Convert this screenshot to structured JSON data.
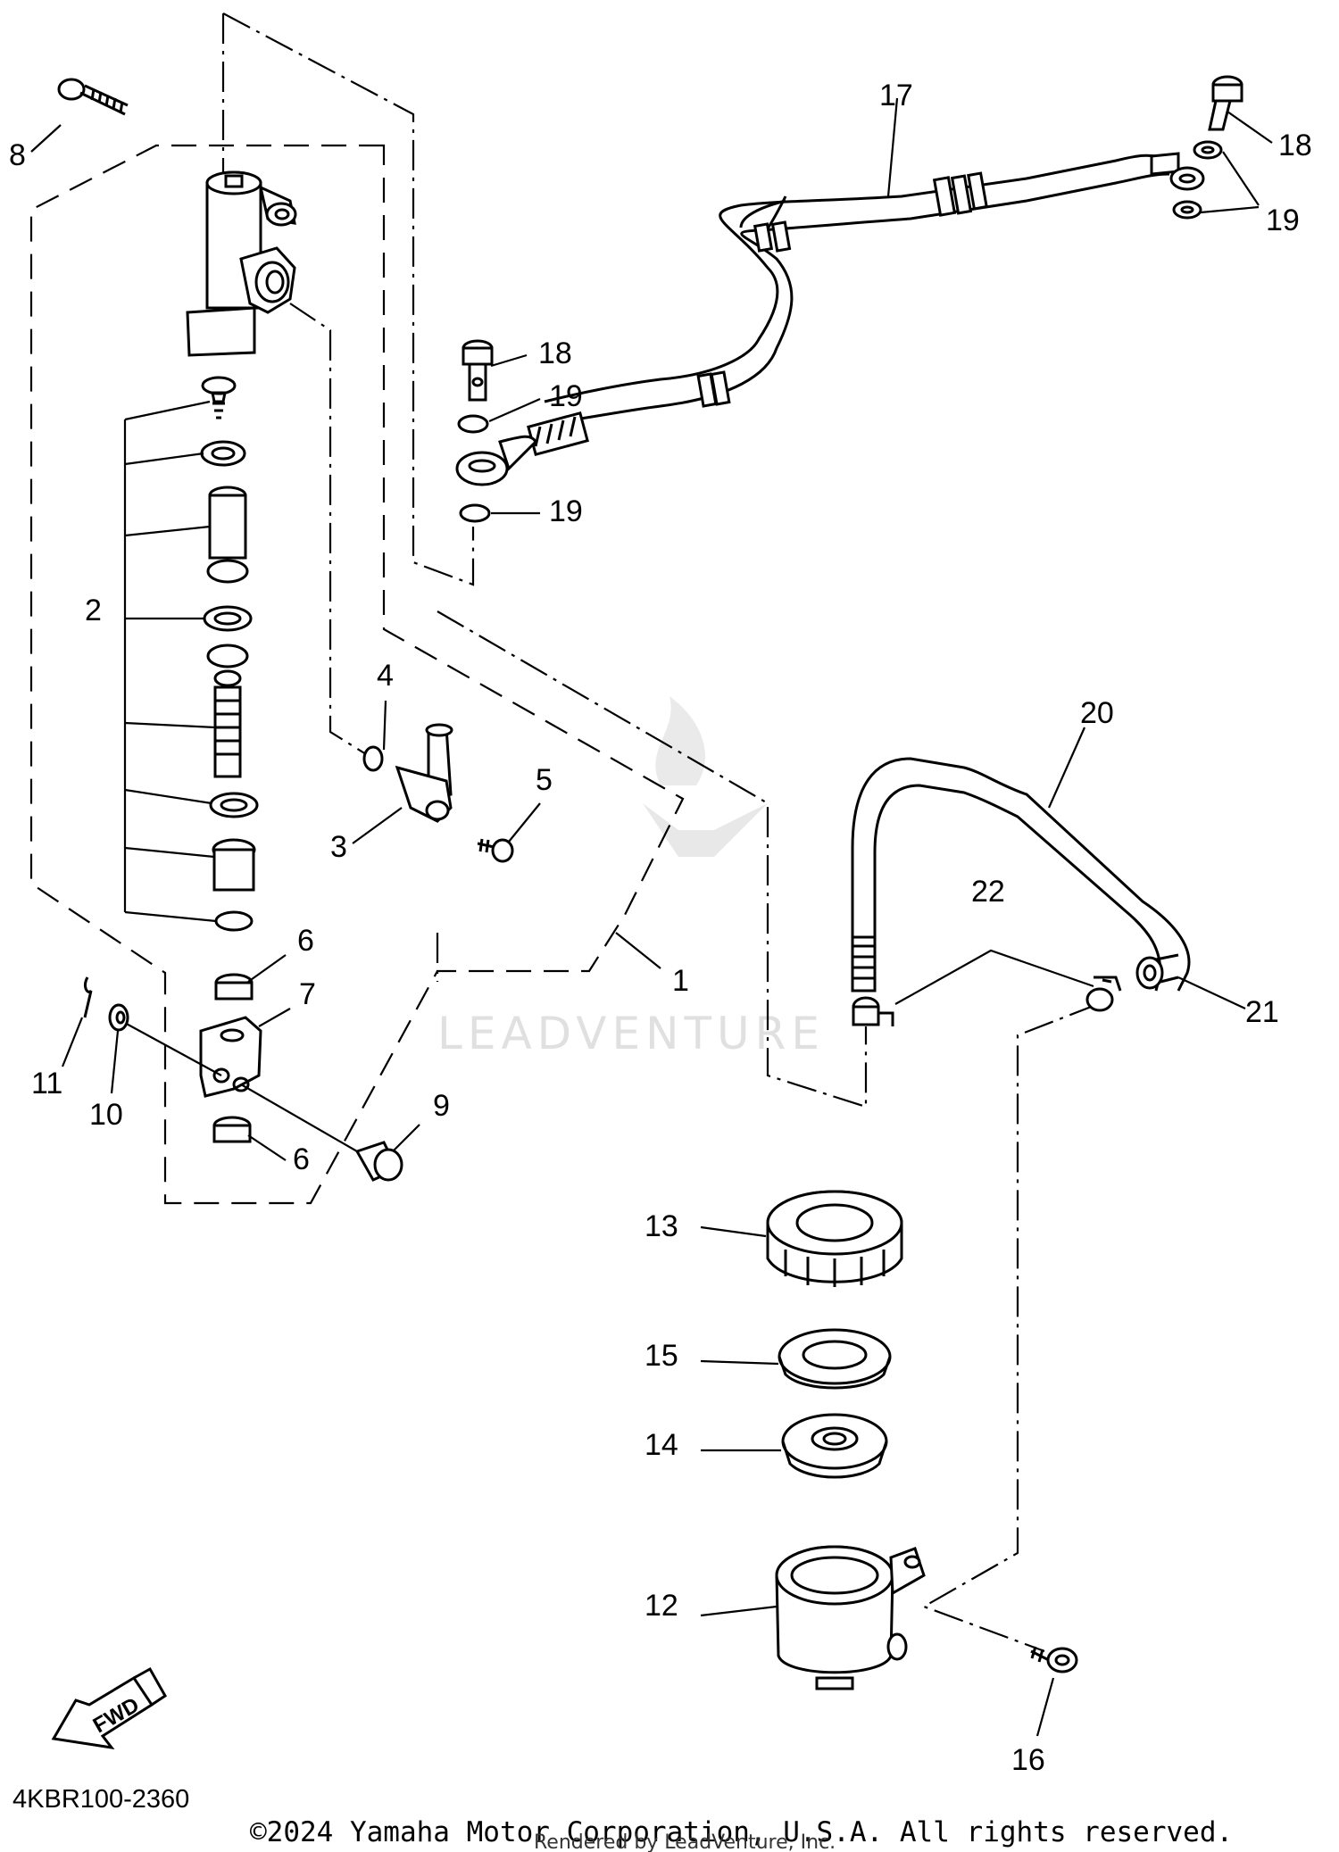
{
  "diagram": {
    "callouts": [
      "1",
      "2",
      "3",
      "4",
      "5",
      "6",
      "6",
      "7",
      "8",
      "9",
      "10",
      "11",
      "12",
      "13",
      "14",
      "15",
      "16",
      "17",
      "18",
      "18",
      "19",
      "19",
      "19",
      "20",
      "21",
      "22"
    ],
    "diagram_code": "4KBR100-2360",
    "fwd_label": "FWD",
    "watermark": "LEADVENTURE",
    "copyright": "©2024 Yamaha Motor Corporation, U.S.A. All rights reserved.",
    "rendered_by": "Rendered by LeadVenture, Inc."
  }
}
